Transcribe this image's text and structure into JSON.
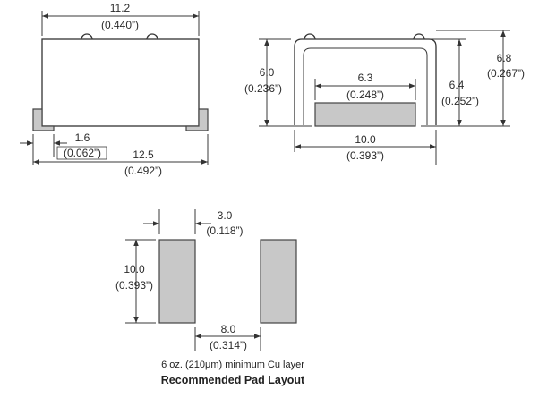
{
  "side_view": {
    "top_width": "11.2",
    "top_width_in": "(0.440”)",
    "lead_width": "1.6",
    "lead_width_in": "(0.062”)",
    "overall_length": "12.5",
    "overall_length_in": "(0.492”)"
  },
  "end_view": {
    "body_height": "6.0",
    "body_height_in": "(0.236”)",
    "pad_width": "6.3",
    "pad_width_in": "(0.248”)",
    "inner_height": "6.4",
    "inner_height_in": "(0.252”)",
    "overall_height": "6.8",
    "overall_height_in": "(0.267”)",
    "overall_width": "10.0",
    "overall_width_in": "(0.393”)"
  },
  "pad_layout": {
    "pad_width": "3.0",
    "pad_width_in": "(0.118”)",
    "pad_height": "10.0",
    "pad_height_in": "(0.393”)",
    "pad_gap": "8.0",
    "pad_gap_in": "(0.314”)",
    "note": "6 oz. (210μm) minimum Cu layer",
    "title": "Recommended Pad Layout"
  }
}
